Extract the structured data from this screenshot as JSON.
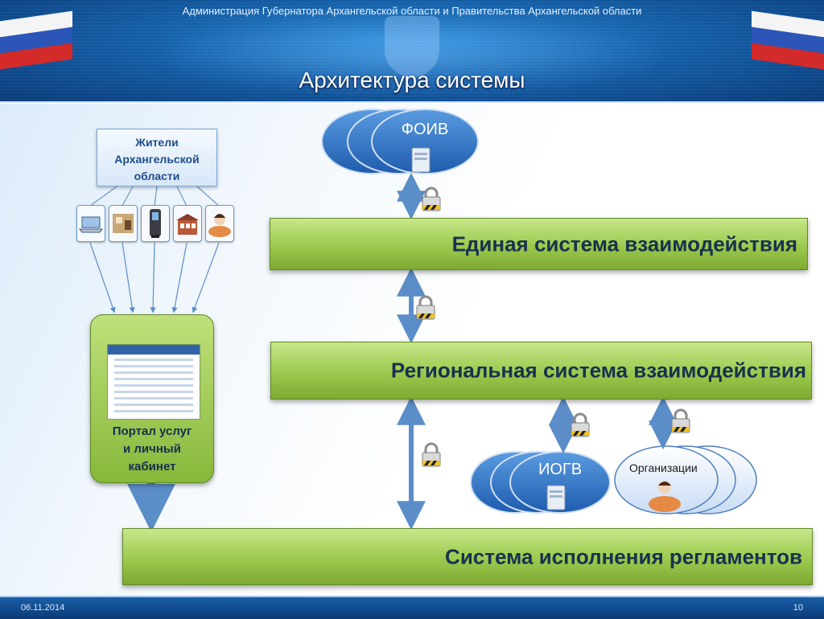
{
  "header": {
    "subtitle": "Администрация Губернатора Архангельской области и Правительства Архангельской области",
    "title": "Архитектура системы"
  },
  "nodes": {
    "residents": [
      "Жители",
      "Архангельской",
      "области"
    ],
    "portal": [
      "Портал услуг",
      "и личный",
      "кабинет"
    ],
    "foiv": "ФОИВ",
    "iogv": "ИОГВ",
    "organizations": "Организации"
  },
  "bars": {
    "unified": "Единая система взаимодействия",
    "regional": "Региональная система взаимодействия",
    "execution": "Система исполнения регламентов"
  },
  "access_channels": [
    "laptop-icon",
    "office-icon",
    "kiosk-icon",
    "service-center-icon",
    "operator-icon"
  ],
  "colors": {
    "header_blue": "#1560a8",
    "bar_green": "#9bc94d",
    "arrow_blue": "#5b8ec9",
    "cloud_blue": "#2f6fc2",
    "org_cloud": "#dbe9fb"
  },
  "footer": {
    "date": "06.11.2014",
    "page": "10"
  }
}
